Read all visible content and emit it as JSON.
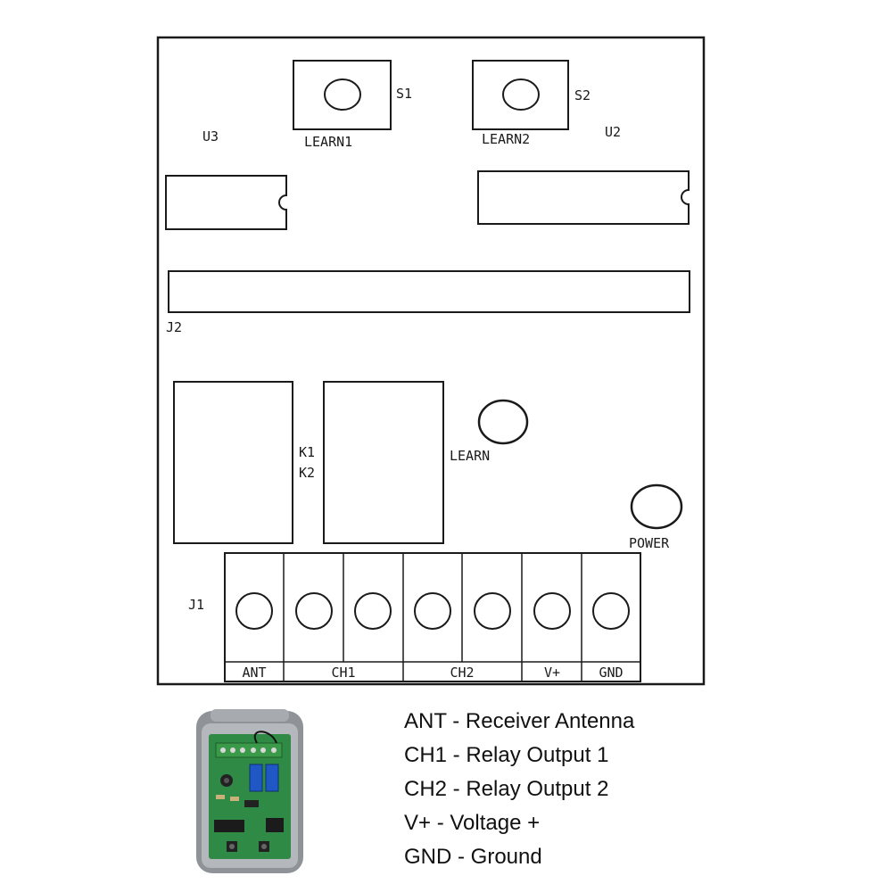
{
  "board": {
    "switches": [
      {
        "ref": "S1",
        "label": "LEARN1"
      },
      {
        "ref": "S2",
        "label": "LEARN2"
      }
    ],
    "chips": {
      "u3": "U3",
      "u2": "U2"
    },
    "header": "J2",
    "relays": {
      "k1": "K1",
      "k2": "K2"
    },
    "leds": {
      "learn": "LEARN",
      "power": "POWER"
    },
    "terminal_block": "J1",
    "terminal_labels": {
      "ant": "ANT",
      "ch1": "CH1",
      "ch2": "CH2",
      "vplus": "V+",
      "gnd": "GND"
    }
  },
  "legend": [
    "ANT - Receiver Antenna",
    "CH1 - Relay Output 1",
    "CH2 - Relay Output 2",
    "V+ - Voltage +",
    "GND - Ground"
  ],
  "colors": {
    "pcb_green": "#2f8a45",
    "relay_blue": "#1f57c4",
    "terminal_green": "#3a9a4a",
    "case_grey": "#8f9297"
  }
}
